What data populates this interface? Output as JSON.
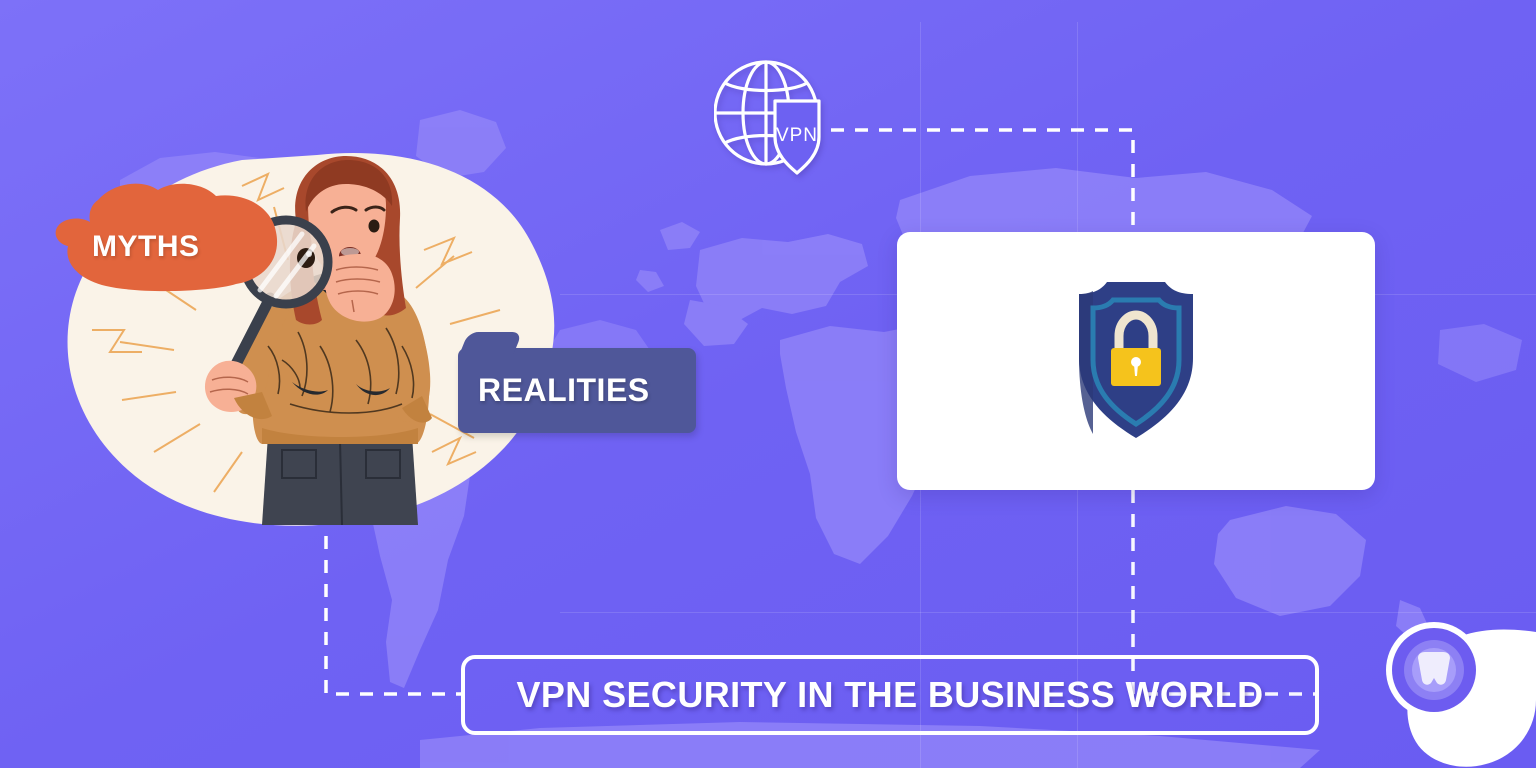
{
  "page": {
    "title": "VPN SECURITY IN THE BUSINESS WORLD",
    "background_color": "#6d61f2",
    "map_color": "#8c7ef7"
  },
  "labels": {
    "myths": "MYTHS",
    "realities": "REALITIES",
    "vpn_badge": "VPN"
  },
  "colors": {
    "background_purple": "#6d61f2",
    "background_purple_light": "#7a6ef6",
    "map_silhouette": "#8f82f8",
    "myths_bubble_orange": "#e2653c",
    "realities_bubble_blue": "#4f5799",
    "cream_blob": "#faf3e8",
    "card_white": "#ffffff",
    "shield_navy": "#2e3f86",
    "shield_navy_dark": "#2c3a78",
    "shield_inner_teal": "#2a7cb0",
    "lock_yellow": "#f5c31c",
    "lock_shackle_cream": "#efe5cf",
    "dashed_line": "#ffffff",
    "sweater_tan": "#cf8f4f",
    "hair_brown": "#a8482c",
    "skin": "#f2a68a",
    "skirt_charcoal": "#3f4450",
    "accent_gold_rays": "#edab5e"
  },
  "icons": {
    "globe_vpn": "globe-vpn-icon",
    "shield_lock": "shield-lock-icon",
    "magnifier": "magnifying-glass-icon",
    "chat_bubble": "chat-bubble-icon"
  },
  "elements": {
    "vpn_node_label": "VPN",
    "card_caption": "",
    "chat_widget_label": ""
  }
}
